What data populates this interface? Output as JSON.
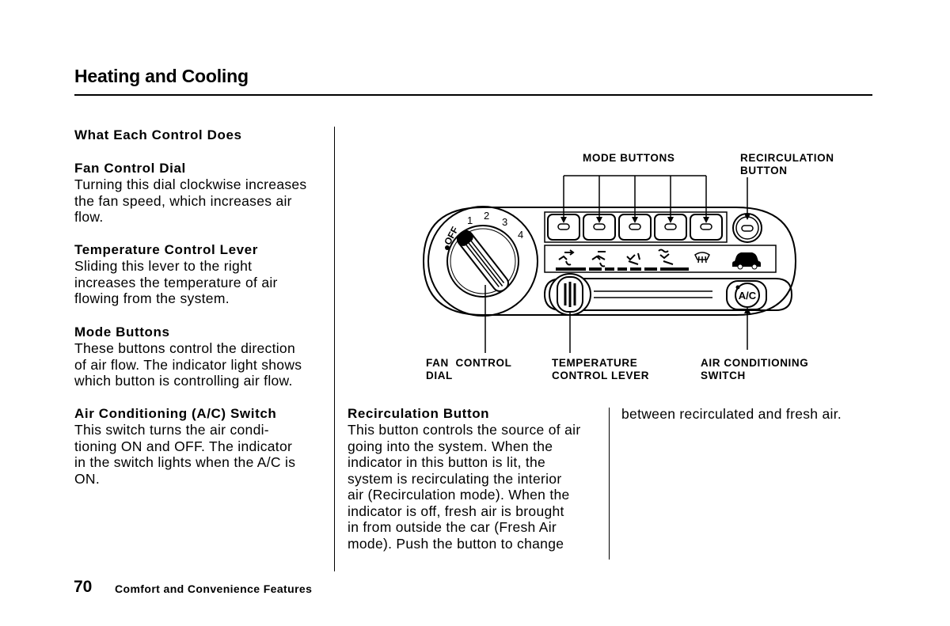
{
  "header": {
    "title": "Heating and Cooling"
  },
  "left": {
    "heading": "What Each Control Does",
    "fan": {
      "title": "Fan Control Dial",
      "lines": [
        "Turning this dial clockwise increases",
        "the fan speed, which increases air",
        "flow."
      ]
    },
    "temp": {
      "title": "Temperature Control Lever",
      "lines": [
        "Sliding this lever to the right",
        "increases the temperature of air",
        "flowing from the system."
      ]
    },
    "mode": {
      "title": "Mode Buttons",
      "lines": [
        "These buttons control the direction",
        "of air flow. The indicator light shows",
        "which button is controlling air flow."
      ]
    },
    "ac": {
      "title": "Air Conditioning (A/C) Switch",
      "lines": [
        "This switch turns the air condi-",
        "tioning ON and OFF. The indicator",
        "in the switch lights when the A/C is",
        "ON."
      ]
    }
  },
  "recirc": {
    "title": "Recirculation Button",
    "lines": [
      "This button controls the source of air",
      "going into the system. When the",
      "indicator in this button is lit, the",
      "system is recirculating the interior",
      "air (Recirculation mode). When the",
      "indicator is off, fresh air is brought",
      "in from outside the car (Fresh Air",
      "mode). Push the button to change"
    ],
    "continued": "between recirculated and fresh air."
  },
  "diagram": {
    "mode_buttons": "MODE BUTTONS",
    "recirc_label_1": "RECIRCULATION",
    "recirc_label_2": "BUTTON",
    "fan_label_1": "FAN  CONTROL",
    "fan_label_2": "DIAL",
    "temp_label_1": "TEMPERATURE",
    "temp_label_2": "CONTROL LEVER",
    "ac_label_1": "AIR CONDITIONING",
    "ac_label_2": "SWITCH",
    "ac_button_text": "A/C",
    "dial_marks": [
      "OFF",
      "1",
      "2",
      "3",
      "4"
    ]
  },
  "footer": {
    "page_number": "70",
    "section": "Comfort and Convenience Features"
  }
}
